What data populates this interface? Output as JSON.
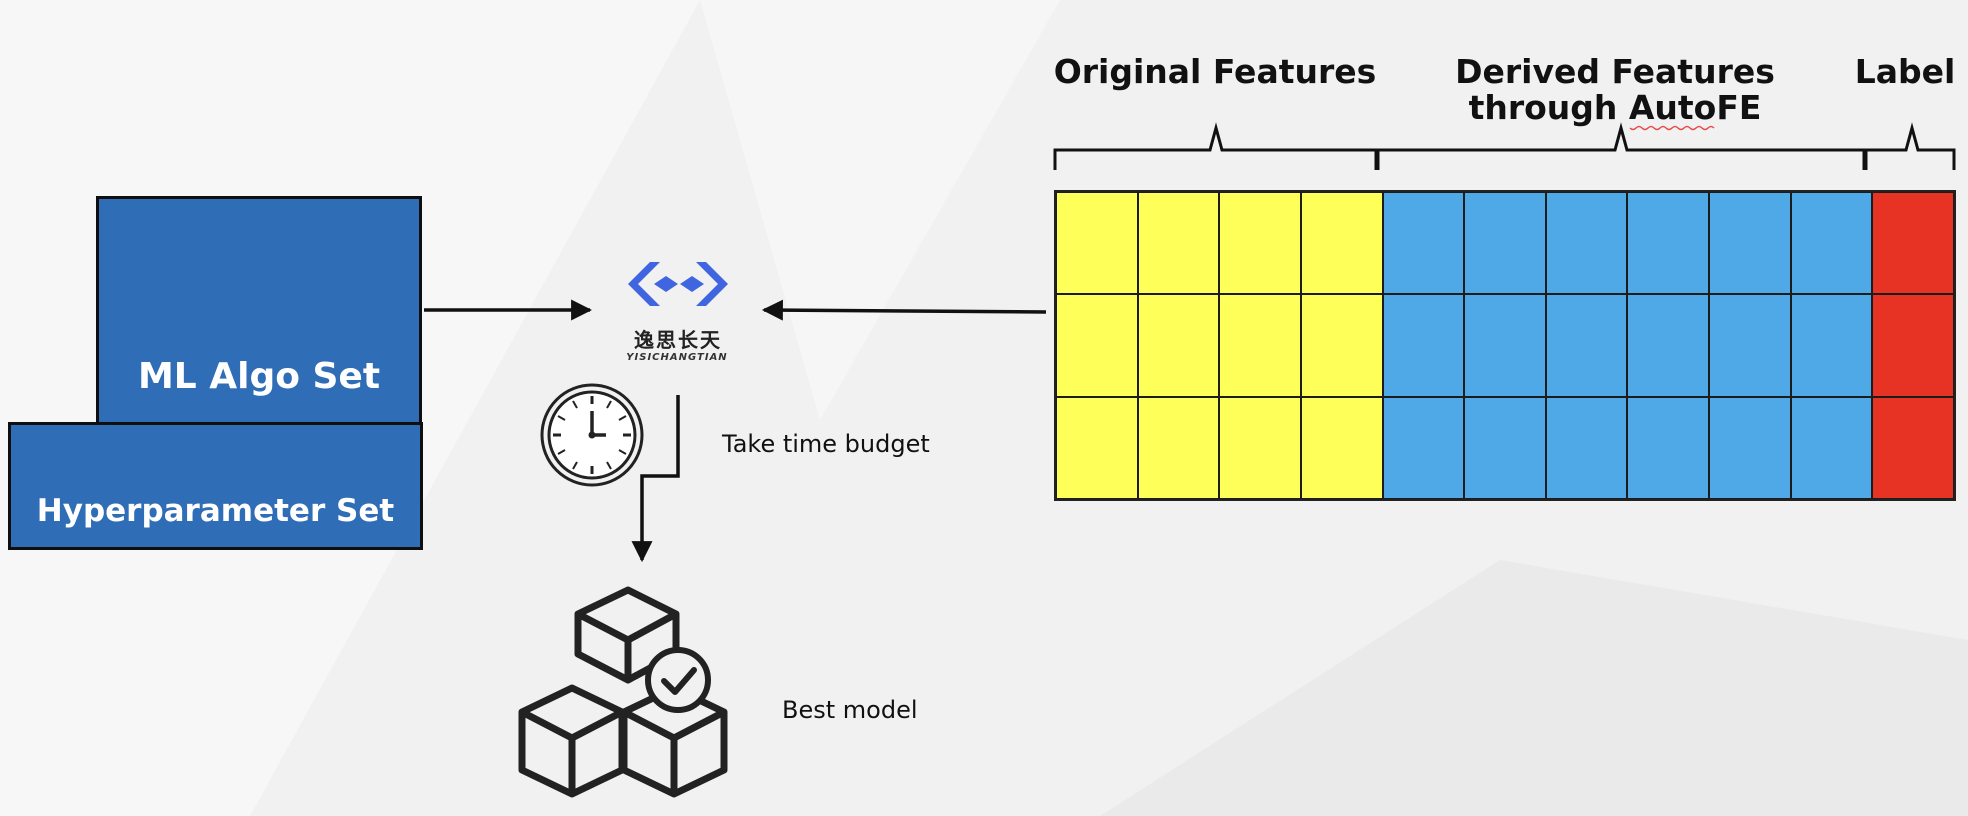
{
  "left_stack": {
    "algo_label": "ML Algo Set",
    "hyperparam_label": "Hyperparameter Set"
  },
  "logo": {
    "cn_text": "逸思长天",
    "en_text": "YISICHANGTIAN",
    "color": "#3f66e0"
  },
  "process": {
    "time_budget_label": "Take time budget",
    "best_model_label": "Best model"
  },
  "feature_table": {
    "original_label": "Original Features",
    "derived_label_line1": "Derived Features",
    "derived_label_line2": "through AutoFE",
    "label_header": "Label",
    "rows": 3,
    "original_cols": 4,
    "derived_cols": 6,
    "label_cols": 1,
    "colors": {
      "original": "#ffff5a",
      "derived": "#4fa9e6",
      "label": "#e63323"
    }
  },
  "colors": {
    "box_fill": "#2f6db7",
    "arrow": "#111111"
  }
}
